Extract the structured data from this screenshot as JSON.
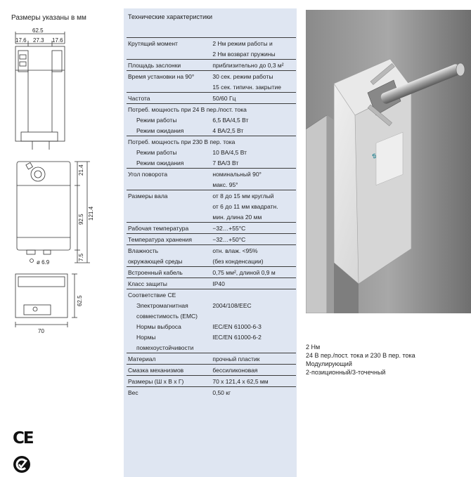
{
  "left": {
    "caption": "Размеры указаны в мм",
    "dims": {
      "overall_width": "62.5",
      "seg_a": "17.6",
      "seg_b": "27.3",
      "seg_c": "17.6",
      "top_height": "21.4",
      "body_height": "92.5",
      "total_height": "121.4",
      "bottom_height": "7.5",
      "hole_diameter": "ø 6.9",
      "depth": "62.5",
      "base_width": "70"
    }
  },
  "spec": {
    "heading": "Технические характеристики",
    "rows": [
      {
        "label": "Крутящий момент",
        "value": "2 Нм режим работы и"
      },
      {
        "label": "",
        "value": "2 Нм возврат пружины"
      },
      {
        "label": "Площадь заслонки",
        "value": "приблизительно до 0,3 м²"
      },
      {
        "label": "Время установки на 90°",
        "value": "30 сек. режим работы"
      },
      {
        "label": "",
        "value": "15 сек. типичн. закрытие"
      },
      {
        "label": "Частота",
        "value": "50/60 Гц"
      },
      {
        "label": "Потреб. мощность при 24 В пер./пост. тока",
        "value": ""
      },
      {
        "label": "Режим работы",
        "value": "6,5 ВА/4,5 Вт"
      },
      {
        "label": "Режим ожидания",
        "value": "4 ВА/2,5 Вт"
      },
      {
        "label": "Потреб. мощность при 230 В пер. тока",
        "value": ""
      },
      {
        "label": "Режим работы",
        "value": "10 ВА/4,5 Вт"
      },
      {
        "label": "Режим ожидания",
        "value": "7 ВА/3 Вт"
      },
      {
        "label": "Угол поворота",
        "value": "номинальный 90°"
      },
      {
        "label": "",
        "value": "макс. 95°"
      },
      {
        "label": "Размеры вала",
        "value": "от 8 до 15 мм круглый"
      },
      {
        "label": "",
        "value": "от 6 до 11 мм квадратн."
      },
      {
        "label": "",
        "value": "мин. длина 20 мм"
      },
      {
        "label": "Рабочая температура",
        "value": "−32…+55°С"
      },
      {
        "label": "Температура хранения",
        "value": "−32…+50°С"
      },
      {
        "label": "Влажность",
        "value": "отн. влаж. <95%"
      },
      {
        "label": "окружающей среды",
        "value": "(без конденсации)"
      },
      {
        "label": "Встроенный кабель",
        "value": "0,75 мм², длиной 0,9 м"
      },
      {
        "label": "Класс защиты",
        "value": "IP40"
      },
      {
        "label": "Соответствие СЕ",
        "value": ""
      },
      {
        "label": "Электромагнитная",
        "value": "2004/108/EEC"
      },
      {
        "label": "совместимость (EMC)",
        "value": ""
      },
      {
        "label": "Нормы выброса",
        "value": "IEC/EN 61000-6-3"
      },
      {
        "label": "Нормы",
        "value": "IEC/EN 61000-6-2"
      },
      {
        "label": "помехоустойчивости",
        "value": ""
      },
      {
        "label": "Материал",
        "value": "прочный пластик"
      },
      {
        "label": "Смазка механизмов",
        "value": "бессиликоновая"
      },
      {
        "label": "Размеры (Ш х В х Г)",
        "value": "70 x 121,4 x 62,5 мм"
      },
      {
        "label": "Вес",
        "value": "0,50 кг"
      }
    ]
  },
  "photo": {
    "brand": "SIEMENS",
    "caption_lines": [
      "2 Нм",
      "24 В пер./пост. тока и 230 В пер. тока",
      "Модулирующий",
      "2-позиционный/3-точечный"
    ]
  },
  "marks": {
    "ce": "CE"
  }
}
